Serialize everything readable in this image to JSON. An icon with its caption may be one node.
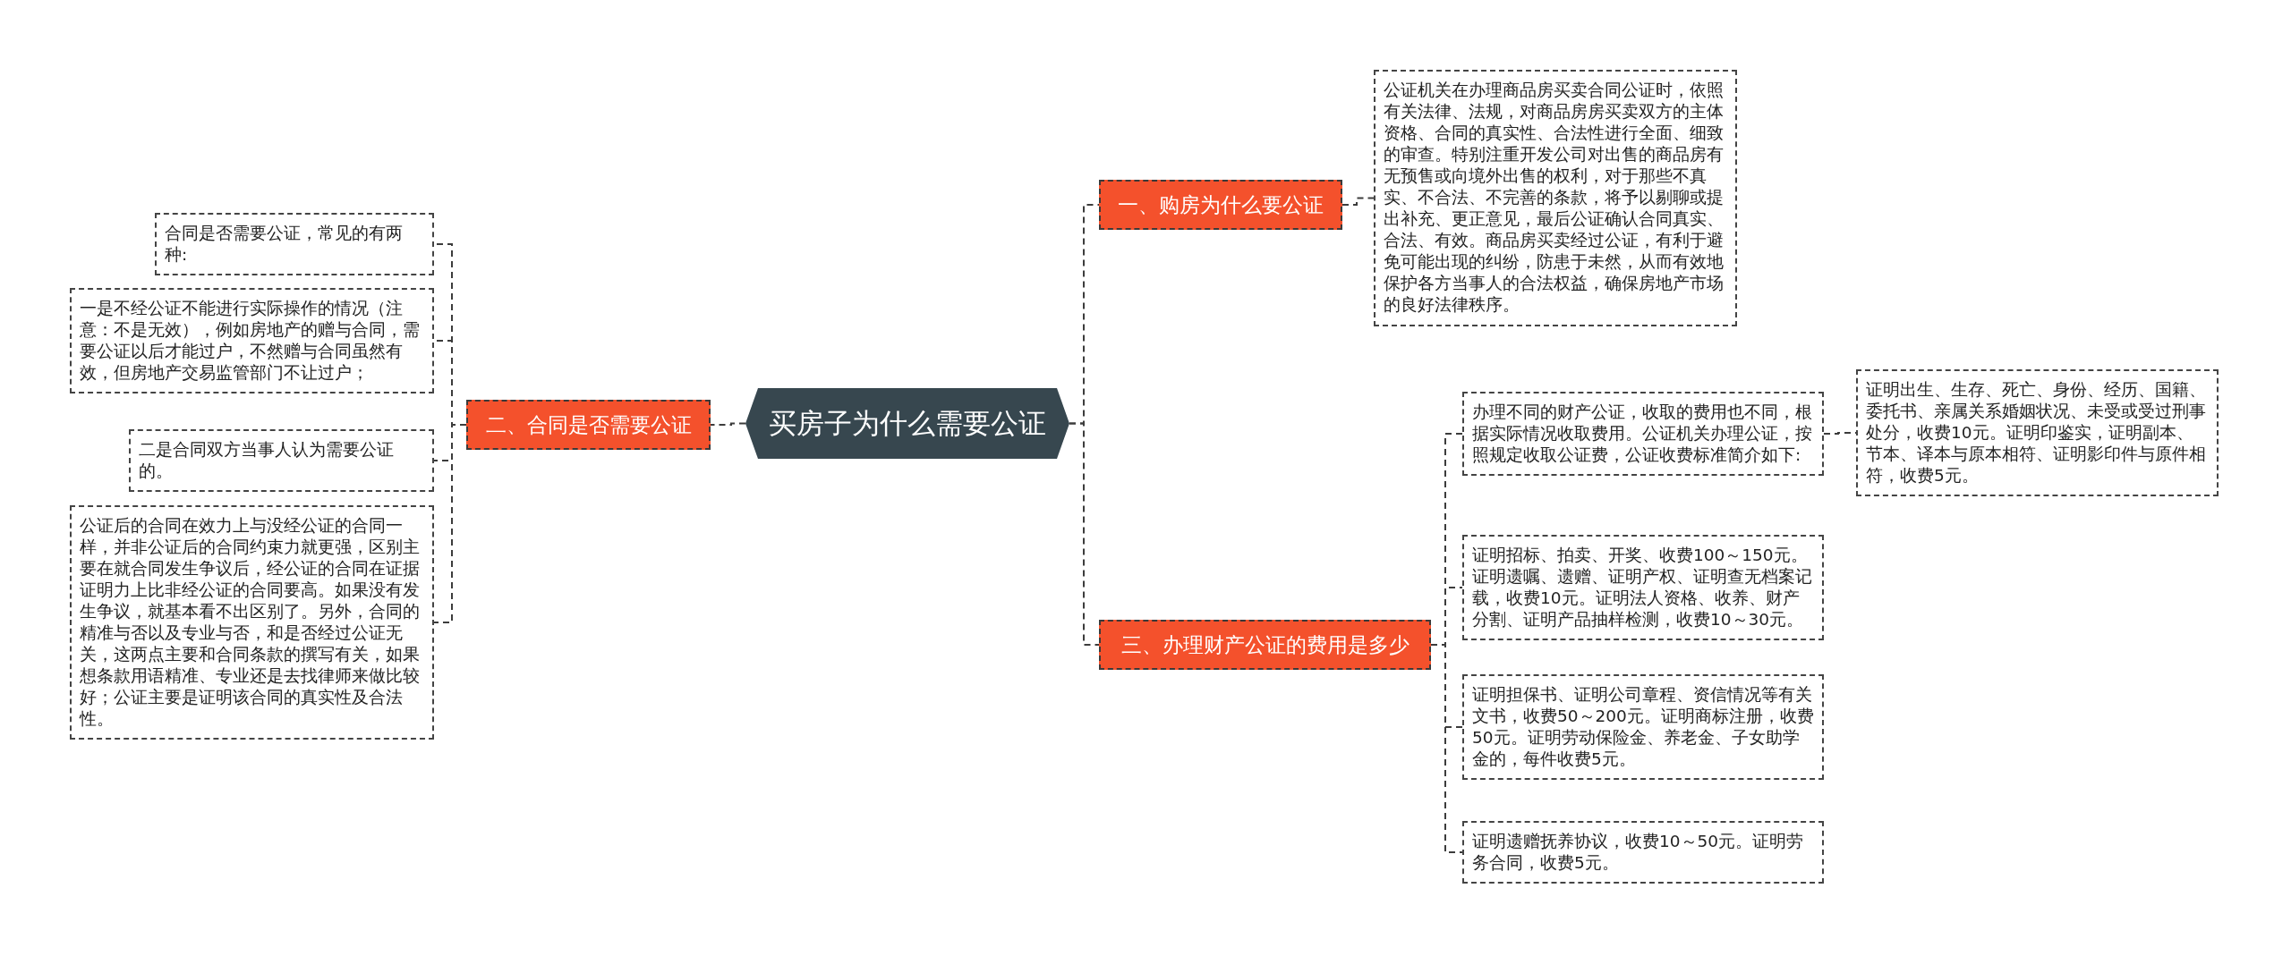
{
  "diagram": {
    "nodes": [
      {
        "text": [
          "买房子为什么需要公证"
        ]
      },
      {
        "text": [
          "一、购房为什么要公证"
        ]
      },
      {
        "text": [
          "公证机关在办理商品房买卖合同公证时，依照有关法律、法规，对商品房房买卖双方的主体资格、合同的真实性、合法性进行全面、细致的审查。特别注重开发公司对出售的商品房有无预售或向境外出售的权利，对于那些不真实、不合法、不完善的条款，将予以剔聊或提出补充、更正意见，最后公证确认合同真实、合法、有效。商品房买卖经过公证，有利于避免可能出现的纠纷，防患于未然，从而有效地保护各方当事人的合法权益，确保房地产市场的良好法律秩序。"
        ]
      },
      {
        "text": [
          "二、合同是否需要公证"
        ]
      },
      {
        "text": [
          "合同是否需要公证，常见的有两种:"
        ]
      },
      {
        "text": [
          "一是不经公证不能进行实际操作的情况（注意：不是无效），例如房地产的赠与合同，需要公证以后才能过户，不然赠与合同虽然有效，但房地产交易监管部门不让过户；"
        ]
      },
      {
        "text": [
          "二是合同双方当事人认为需要公证的。"
        ]
      },
      {
        "text": [
          "公证后的合同在效力上与没经公证的合同一样，并非公证后的合同约束力就更强，区别主要在就合同发生争议后，经公证的合同在证据证明力上比非经公证的合同要高。如果没有发生争议，就基本看不出区别了。另外，合同的精准与否以及专业与否，和是否经过公证无关，这两点主要和合同条款的撰写有关，如果想条款用语精准、专业还是去找律师来做比较好；公证主要是证明该合同的真实性及合法性。"
        ]
      },
      {
        "text": [
          "三、办理财产公证的费用是多少"
        ]
      },
      {
        "text": [
          "办理不同的财产公证，收取的费用也不同，根据实际情况收取费用。公证机关办理公证，按照规定收取公证费，公证收费标准简介如下:"
        ]
      },
      {
        "text": [
          "证明出生、生存、死亡、身份、经历、国籍、委托书、亲属关系婚姻状况、未受或受过刑事处分，收费10元。证明印鉴实，证明副本、节本、译本与原本相符、证明影印件与原件相符，收费5元。"
        ]
      },
      {
        "text": [
          "证明招标、拍卖、开奖、收费100～150元。证明遗嘱、遗赠、证明产权、证明查无档案记载，收费10元。证明法人资格、收养、财产分割、证明产品抽样检测，收费10～30元。"
        ]
      },
      {
        "text": [
          "证明担保书、证明公司章程、资信情况等有关文书，收费50～200元。证明商标注册，收费50元。证明劳动保险金、养老金、子女助学金的，每件收费5元。"
        ]
      },
      {
        "text": [
          "证明遗赠抚养协议，收费10～50元。证明劳务合同，收费5元。"
        ]
      }
    ],
    "edges": [
      {
        "from": 0,
        "to": 1,
        "arrow": "none",
        "style": "dashed"
      },
      {
        "from": 1,
        "to": 2,
        "arrow": "none",
        "style": "dashed"
      },
      {
        "from": 0,
        "to": 3,
        "arrow": "none",
        "style": "dashed"
      },
      {
        "from": 3,
        "to": 4,
        "arrow": "none",
        "style": "dashed"
      },
      {
        "from": 3,
        "to": 5,
        "arrow": "none",
        "style": "dashed"
      },
      {
        "from": 3,
        "to": 6,
        "arrow": "none",
        "style": "dashed"
      },
      {
        "from": 3,
        "to": 7,
        "arrow": "none",
        "style": "dashed"
      },
      {
        "from": 0,
        "to": 8,
        "arrow": "none",
        "style": "dashed"
      },
      {
        "from": 8,
        "to": 9,
        "arrow": "none",
        "style": "dashed"
      },
      {
        "from": 9,
        "to": 10,
        "arrow": "none",
        "style": "dashed"
      },
      {
        "from": 8,
        "to": 11,
        "arrow": "none",
        "style": "dashed"
      },
      {
        "from": 8,
        "to": 12,
        "arrow": "none",
        "style": "dashed"
      },
      {
        "from": 8,
        "to": 13,
        "arrow": "none",
        "style": "dashed"
      }
    ]
  }
}
